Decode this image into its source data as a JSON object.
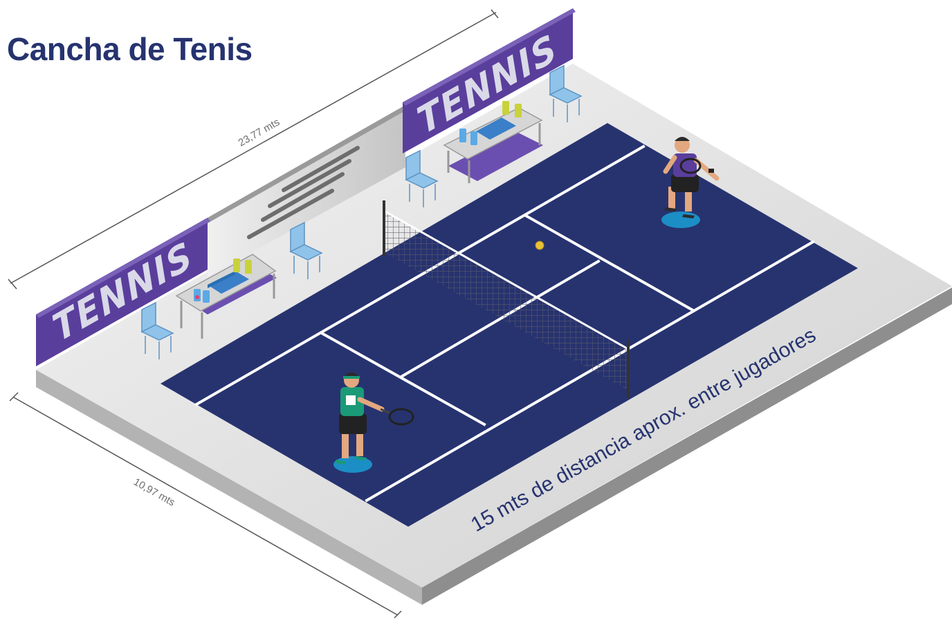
{
  "title": "Cancha de Tenis",
  "dimensions": {
    "length_label": "23,77  mts",
    "width_label": "10,97  mts"
  },
  "distance_label": "15 mts de distancia aprox. entre jugadores",
  "signage": {
    "brand_text": "TENNIS"
  },
  "colors": {
    "court": "#27336f",
    "court_lines": "#ffffff",
    "banner": "#5b3a9a",
    "floor": "#e6e6e6",
    "chairs": "#8fc3ea",
    "title": "#26336f"
  }
}
